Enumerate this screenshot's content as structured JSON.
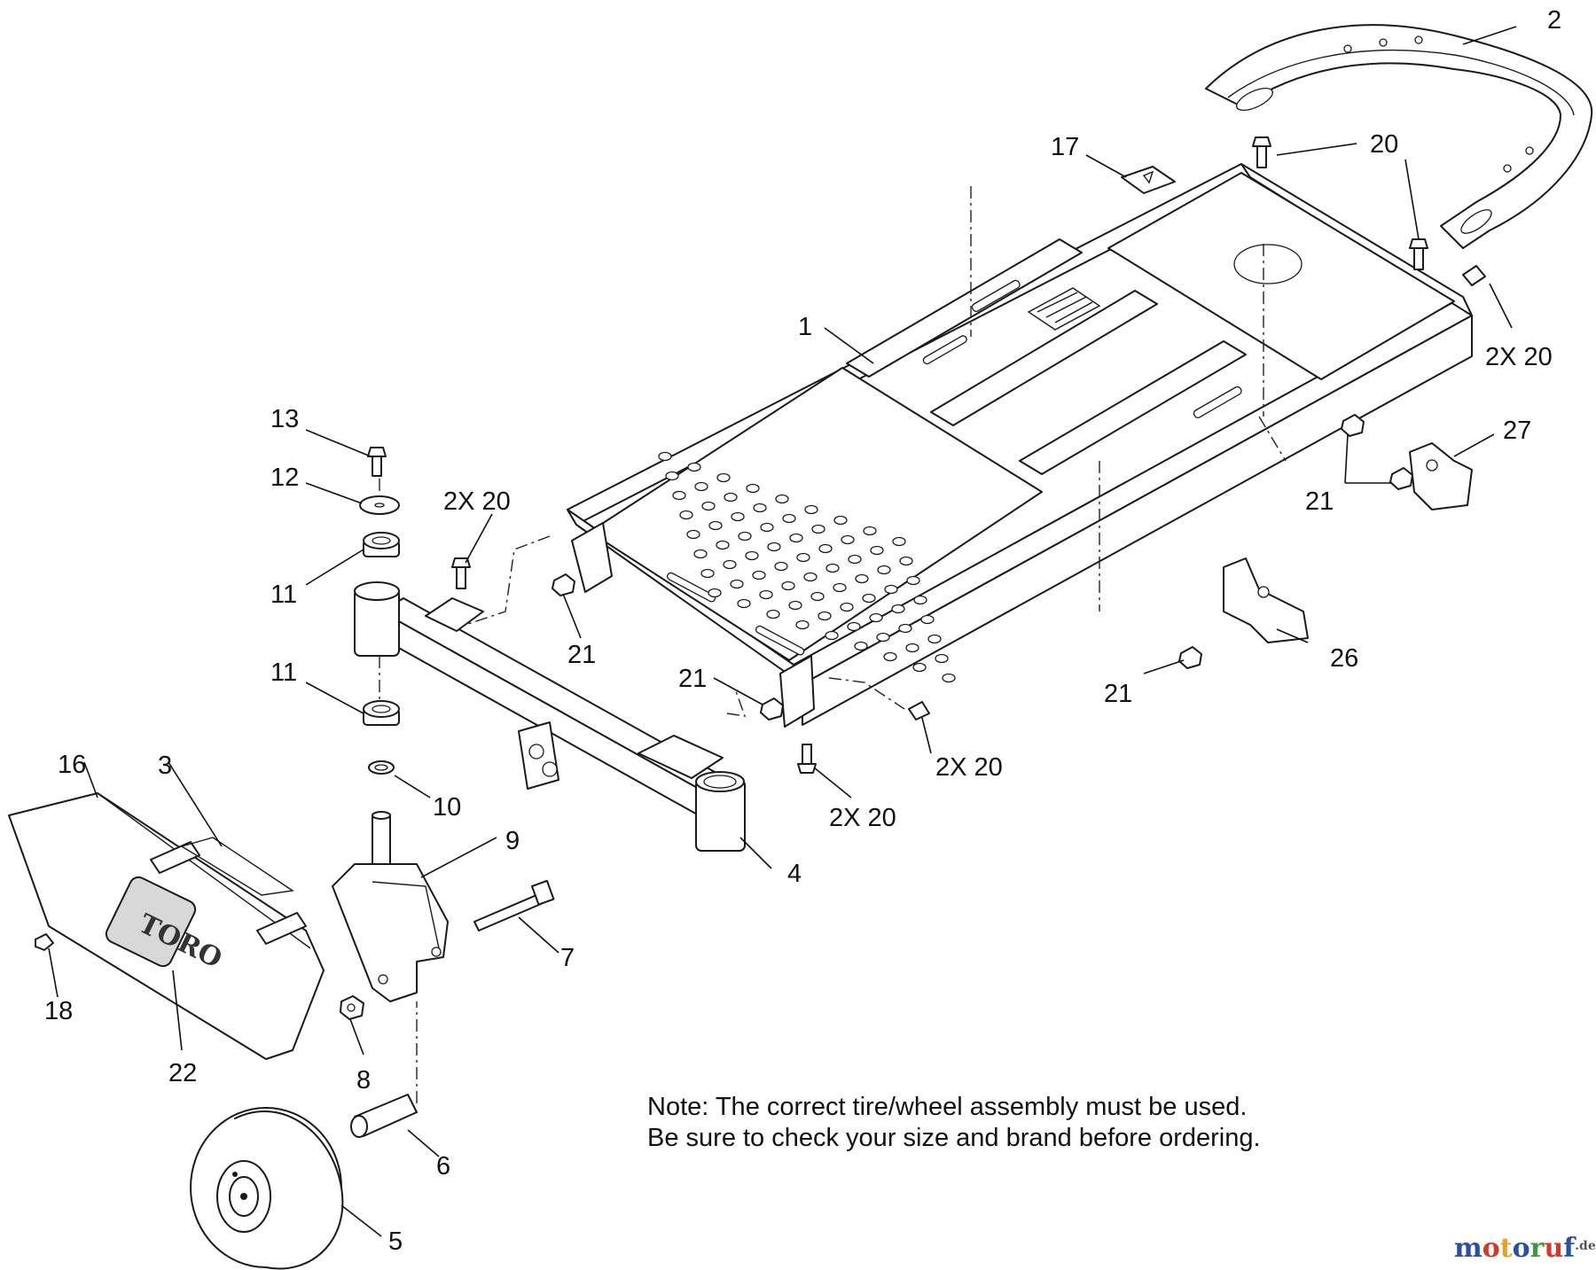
{
  "callouts": [
    {
      "id": "c1",
      "text": "1"
    },
    {
      "id": "c2",
      "text": "2"
    },
    {
      "id": "c3",
      "text": "3"
    },
    {
      "id": "c4",
      "text": "4"
    },
    {
      "id": "c5",
      "text": "5"
    },
    {
      "id": "c6",
      "text": "6"
    },
    {
      "id": "c7",
      "text": "7"
    },
    {
      "id": "c8",
      "text": "8"
    },
    {
      "id": "c9",
      "text": "9"
    },
    {
      "id": "c10",
      "text": "10"
    },
    {
      "id": "c11a",
      "text": "11"
    },
    {
      "id": "c11b",
      "text": "11"
    },
    {
      "id": "c12",
      "text": "12"
    },
    {
      "id": "c13",
      "text": "13"
    },
    {
      "id": "c16",
      "text": "16"
    },
    {
      "id": "c17",
      "text": "17"
    },
    {
      "id": "c18",
      "text": "18"
    },
    {
      "id": "c20a",
      "text": "20"
    },
    {
      "id": "c20b",
      "text": "2X 20"
    },
    {
      "id": "c20c",
      "text": "2X 20"
    },
    {
      "id": "c20d",
      "text": "2X 20"
    },
    {
      "id": "c20e",
      "text": "2X 20"
    },
    {
      "id": "c21a",
      "text": "21"
    },
    {
      "id": "c21b",
      "text": "21"
    },
    {
      "id": "c21c",
      "text": "21"
    },
    {
      "id": "c21d",
      "text": "21"
    },
    {
      "id": "c22",
      "text": "22"
    },
    {
      "id": "c26",
      "text": "26"
    },
    {
      "id": "c27",
      "text": "27"
    }
  ],
  "note": {
    "line1": "Note: The correct tire/wheel assembly must be used.",
    "line2": "Be sure to check your size and brand before ordering."
  },
  "logo_text": "TORO",
  "watermark": {
    "parts": [
      "m",
      "o",
      "t",
      "o",
      "r",
      "u",
      "f",
      ".de"
    ],
    "colors": [
      "#2b4fa3",
      "#d23a2a",
      "#e8a21c",
      "#2b4fa3",
      "#3b9a3b",
      "#d23a2a",
      "#2b4fa3",
      "#555555"
    ]
  }
}
